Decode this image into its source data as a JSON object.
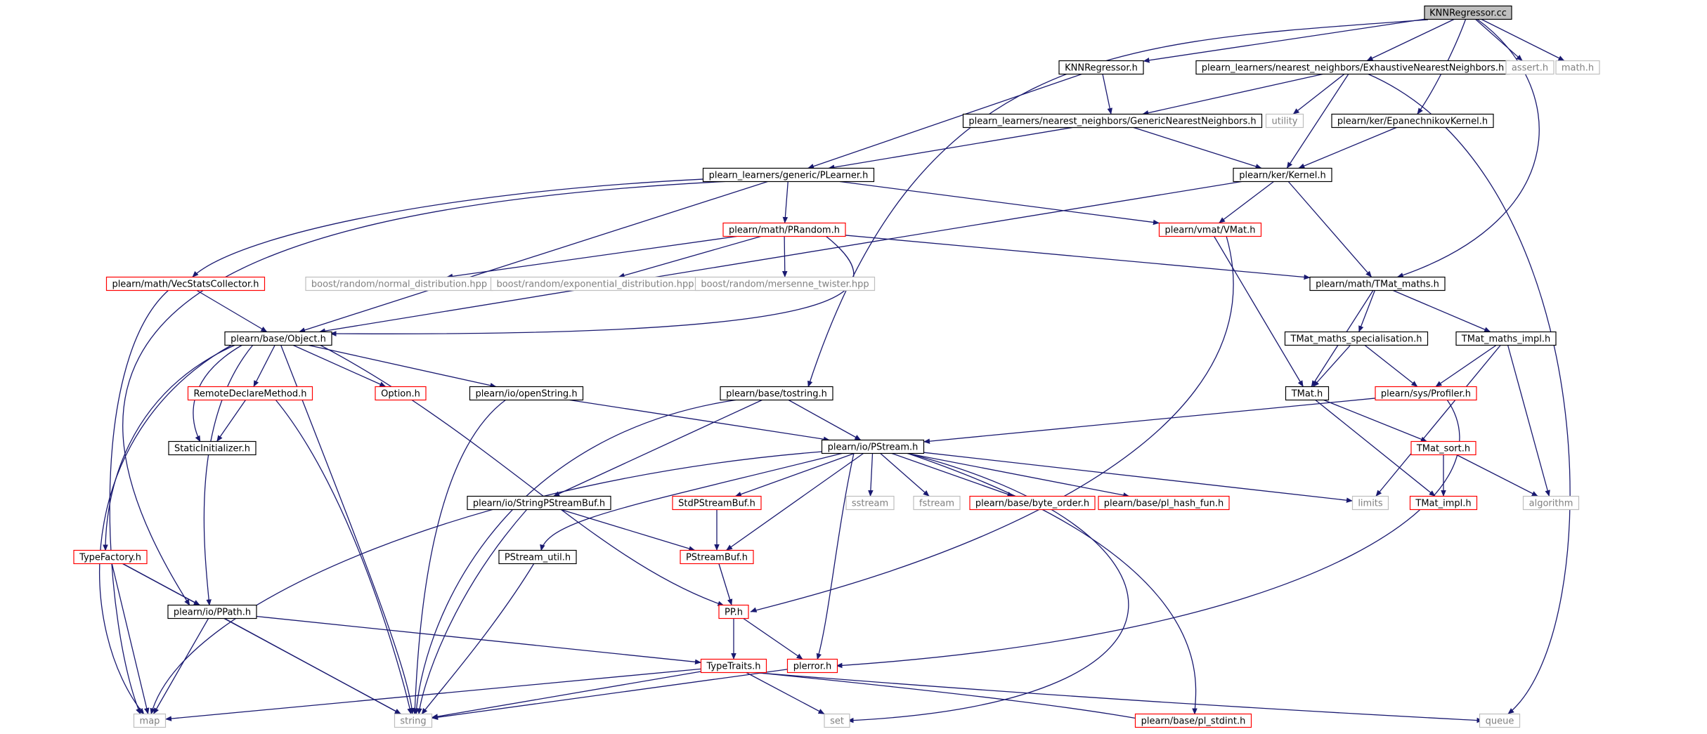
{
  "diagram": {
    "colors": {
      "edge": "#191970",
      "root_fill": "#bfbfbf",
      "node_border": "#000000",
      "undoc_border": "#ff0000",
      "external_border": "#bfbfbf",
      "external_text": "#808080"
    },
    "nodes": [
      {
        "id": "knnregressor_cc",
        "label": "KNNRegressor.cc",
        "kind": "root"
      },
      {
        "id": "knnregressor_h",
        "label": "KNNRegressor.h",
        "kind": "normal"
      },
      {
        "id": "exhaustive_nn_h",
        "label": "plearn_learners/nearest_neighbors/ExhaustiveNearestNeighbors.h",
        "kind": "normal"
      },
      {
        "id": "assert_h",
        "label": "assert.h",
        "kind": "external"
      },
      {
        "id": "math_h",
        "label": "math.h",
        "kind": "external"
      },
      {
        "id": "utility",
        "label": "utility",
        "kind": "external"
      },
      {
        "id": "generic_nn_h",
        "label": "plearn_learners/nearest_neighbors/GenericNearestNeighbors.h",
        "kind": "normal"
      },
      {
        "id": "epanechnikov_h",
        "label": "plearn/ker/EpanechnikovKernel.h",
        "kind": "normal"
      },
      {
        "id": "plearner_h",
        "label": "plearn_learners/generic/PLearner.h",
        "kind": "normal"
      },
      {
        "id": "kernel_h",
        "label": "plearn/ker/Kernel.h",
        "kind": "normal"
      },
      {
        "id": "prandom_h",
        "label": "plearn/math/PRandom.h",
        "kind": "undocumented"
      },
      {
        "id": "vmat_h",
        "label": "plearn/vmat/VMat.h",
        "kind": "undocumented"
      },
      {
        "id": "vecstats_h",
        "label": "plearn/math/VecStatsCollector.h",
        "kind": "undocumented"
      },
      {
        "id": "normal_dist",
        "label": "boost/random/normal_distribution.hpp",
        "kind": "external"
      },
      {
        "id": "exp_dist",
        "label": "boost/random/exponential_distribution.hpp",
        "kind": "external"
      },
      {
        "id": "mersenne",
        "label": "boost/random/mersenne_twister.hpp",
        "kind": "external"
      },
      {
        "id": "tmat_maths_h",
        "label": "plearn/math/TMat_maths.h",
        "kind": "normal"
      },
      {
        "id": "object_h",
        "label": "plearn/base/Object.h",
        "kind": "normal"
      },
      {
        "id": "tmat_spec_h",
        "label": "TMat_maths_specialisation.h",
        "kind": "normal"
      },
      {
        "id": "tmat_impl_maths_h",
        "label": "TMat_maths_impl.h",
        "kind": "normal"
      },
      {
        "id": "remote_h",
        "label": "RemoteDeclareMethod.h",
        "kind": "undocumented"
      },
      {
        "id": "option_h",
        "label": "Option.h",
        "kind": "undocumented"
      },
      {
        "id": "openstring_h",
        "label": "plearn/io/openString.h",
        "kind": "normal"
      },
      {
        "id": "tostring_h",
        "label": "plearn/base/tostring.h",
        "kind": "normal"
      },
      {
        "id": "tmat_h",
        "label": "TMat.h",
        "kind": "normal"
      },
      {
        "id": "profiler_h",
        "label": "plearn/sys/Profiler.h",
        "kind": "undocumented"
      },
      {
        "id": "staticinit_h",
        "label": "StaticInitializer.h",
        "kind": "normal"
      },
      {
        "id": "pstream_h",
        "label": "plearn/io/PStream.h",
        "kind": "normal"
      },
      {
        "id": "tmat_sort_h",
        "label": "TMat_sort.h",
        "kind": "undocumented"
      },
      {
        "id": "stringpsb_h",
        "label": "plearn/io/StringPStreamBuf.h",
        "kind": "normal"
      },
      {
        "id": "stdpsb_h",
        "label": "StdPStreamBuf.h",
        "kind": "undocumented"
      },
      {
        "id": "sstream",
        "label": "sstream",
        "kind": "external"
      },
      {
        "id": "fstream",
        "label": "fstream",
        "kind": "external"
      },
      {
        "id": "byte_order_h",
        "label": "plearn/base/byte_order.h",
        "kind": "undocumented"
      },
      {
        "id": "hash_fun_h",
        "label": "plearn/base/pl_hash_fun.h",
        "kind": "undocumented"
      },
      {
        "id": "limits",
        "label": "limits",
        "kind": "external"
      },
      {
        "id": "tmat_impl_h",
        "label": "TMat_impl.h",
        "kind": "undocumented"
      },
      {
        "id": "algorithm",
        "label": "algorithm",
        "kind": "external"
      },
      {
        "id": "typefactory_h",
        "label": "TypeFactory.h",
        "kind": "undocumented"
      },
      {
        "id": "pstream_util_h",
        "label": "PStream_util.h",
        "kind": "normal"
      },
      {
        "id": "pstreambuf_h",
        "label": "PStreamBuf.h",
        "kind": "undocumented"
      },
      {
        "id": "ppath_h",
        "label": "plearn/io/PPath.h",
        "kind": "normal"
      },
      {
        "id": "pp_h",
        "label": "PP.h",
        "kind": "undocumented"
      },
      {
        "id": "typetraits_h",
        "label": "TypeTraits.h",
        "kind": "undocumented"
      },
      {
        "id": "plerror_h",
        "label": "plerror.h",
        "kind": "undocumented"
      },
      {
        "id": "map",
        "label": "map",
        "kind": "external"
      },
      {
        "id": "string",
        "label": "string",
        "kind": "external"
      },
      {
        "id": "set",
        "label": "set",
        "kind": "external"
      },
      {
        "id": "pl_stdint_h",
        "label": "plearn/base/pl_stdint.h",
        "kind": "undocumented"
      },
      {
        "id": "queue",
        "label": "queue",
        "kind": "external"
      }
    ],
    "edges": [
      [
        "knnregressor_cc",
        "knnregressor_h"
      ],
      [
        "knnregressor_cc",
        "exhaustive_nn_h"
      ],
      [
        "knnregressor_cc",
        "assert_h"
      ],
      [
        "knnregressor_cc",
        "math_h"
      ],
      [
        "knnregressor_cc",
        "epanechnikov_h"
      ],
      [
        "knnregressor_cc",
        "tmat_maths_h"
      ],
      [
        "knnregressor_cc",
        "tostring_h"
      ],
      [
        "knnregressor_h",
        "generic_nn_h"
      ],
      [
        "knnregressor_h",
        "plearner_h"
      ],
      [
        "exhaustive_nn_h",
        "generic_nn_h"
      ],
      [
        "exhaustive_nn_h",
        "utility"
      ],
      [
        "exhaustive_nn_h",
        "kernel_h"
      ],
      [
        "exhaustive_nn_h",
        "queue"
      ],
      [
        "generic_nn_h",
        "plearner_h"
      ],
      [
        "generic_nn_h",
        "kernel_h"
      ],
      [
        "epanechnikov_h",
        "kernel_h"
      ],
      [
        "plearner_h",
        "prandom_h"
      ],
      [
        "plearner_h",
        "vmat_h"
      ],
      [
        "plearner_h",
        "vecstats_h"
      ],
      [
        "plearner_h",
        "object_h"
      ],
      [
        "plearner_h",
        "ppath_h"
      ],
      [
        "kernel_h",
        "vmat_h"
      ],
      [
        "kernel_h",
        "tmat_maths_h"
      ],
      [
        "kernel_h",
        "object_h"
      ],
      [
        "prandom_h",
        "normal_dist"
      ],
      [
        "prandom_h",
        "exp_dist"
      ],
      [
        "prandom_h",
        "mersenne"
      ],
      [
        "prandom_h",
        "tmat_maths_h"
      ],
      [
        "prandom_h",
        "object_h"
      ],
      [
        "vmat_h",
        "tmat_h"
      ],
      [
        "vmat_h",
        "pp_h"
      ],
      [
        "vecstats_h",
        "object_h"
      ],
      [
        "vecstats_h",
        "map"
      ],
      [
        "tmat_maths_h",
        "tmat_spec_h"
      ],
      [
        "tmat_maths_h",
        "tmat_impl_maths_h"
      ],
      [
        "tmat_maths_h",
        "tmat_h"
      ],
      [
        "tmat_spec_h",
        "tmat_h"
      ],
      [
        "tmat_spec_h",
        "profiler_h"
      ],
      [
        "tmat_impl_maths_h",
        "profiler_h"
      ],
      [
        "tmat_impl_maths_h",
        "limits"
      ],
      [
        "tmat_impl_maths_h",
        "algorithm"
      ],
      [
        "object_h",
        "remote_h"
      ],
      [
        "object_h",
        "option_h"
      ],
      [
        "object_h",
        "openstring_h"
      ],
      [
        "object_h",
        "staticinit_h"
      ],
      [
        "object_h",
        "typefactory_h"
      ],
      [
        "object_h",
        "ppath_h"
      ],
      [
        "object_h",
        "map"
      ],
      [
        "object_h",
        "string"
      ],
      [
        "object_h",
        "pp_h"
      ],
      [
        "remote_h",
        "staticinit_h"
      ],
      [
        "remote_h",
        "string"
      ],
      [
        "openstring_h",
        "pstream_h"
      ],
      [
        "openstring_h",
        "string"
      ],
      [
        "tostring_h",
        "pstream_h"
      ],
      [
        "tostring_h",
        "stringpsb_h"
      ],
      [
        "tostring_h",
        "string"
      ],
      [
        "tmat_h",
        "tmat_sort_h"
      ],
      [
        "tmat_h",
        "tmat_impl_h"
      ],
      [
        "profiler_h",
        "pstream_h"
      ],
      [
        "profiler_h",
        "plerror_h"
      ],
      [
        "tmat_sort_h",
        "tmat_impl_h"
      ],
      [
        "tmat_sort_h",
        "algorithm"
      ],
      [
        "pstream_h",
        "stdpsb_h"
      ],
      [
        "pstream_h",
        "sstream"
      ],
      [
        "pstream_h",
        "fstream"
      ],
      [
        "pstream_h",
        "byte_order_h"
      ],
      [
        "pstream_h",
        "hash_fun_h"
      ],
      [
        "pstream_h",
        "limits"
      ],
      [
        "pstream_h",
        "pstream_util_h"
      ],
      [
        "pstream_h",
        "pstreambuf_h"
      ],
      [
        "pstream_h",
        "plerror_h"
      ],
      [
        "pstream_h",
        "map"
      ],
      [
        "pstream_h",
        "set"
      ],
      [
        "pstream_h",
        "pl_stdint_h"
      ],
      [
        "stringpsb_h",
        "pstreambuf_h"
      ],
      [
        "stringpsb_h",
        "string"
      ],
      [
        "stdpsb_h",
        "pstreambuf_h"
      ],
      [
        "pstreambuf_h",
        "pp_h"
      ],
      [
        "pstream_util_h",
        "string"
      ],
      [
        "typefactory_h",
        "ppath_h"
      ],
      [
        "typefactory_h",
        "map"
      ],
      [
        "typefactory_h",
        "string"
      ],
      [
        "ppath_h",
        "typetraits_h"
      ],
      [
        "ppath_h",
        "map"
      ],
      [
        "ppath_h",
        "string"
      ],
      [
        "pp_h",
        "typetraits_h"
      ],
      [
        "pp_h",
        "plerror_h"
      ],
      [
        "typetraits_h",
        "map"
      ],
      [
        "typetraits_h",
        "string"
      ],
      [
        "typetraits_h",
        "set"
      ],
      [
        "typetraits_h",
        "pl_stdint_h"
      ],
      [
        "typetraits_h",
        "queue"
      ],
      [
        "plerror_h",
        "string"
      ]
    ]
  }
}
